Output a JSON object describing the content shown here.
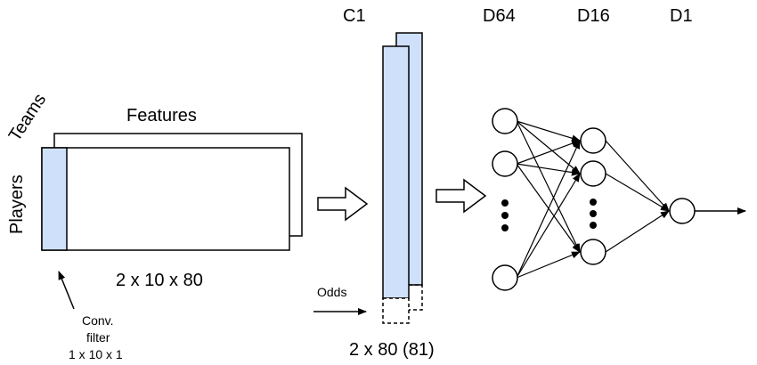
{
  "labels": {
    "teams": "Teams",
    "features": "Features",
    "players": "Players",
    "input_dims": "2 x 10 x 80",
    "conv_filter_line1": "Conv.",
    "conv_filter_line2": "filter",
    "conv_filter_line3": "1 x 10 x 1",
    "c1": "C1",
    "d64": "D64",
    "d16": "D16",
    "d1": "D1",
    "odds": "Odds",
    "c1_dims": "2 x 80 (81)"
  },
  "colors": {
    "filter_fill": "#cfe0fb",
    "stroke": "#000000",
    "node_fill": "#ffffff"
  },
  "network": {
    "d64_visible_nodes": 3,
    "d16_visible_nodes": 3,
    "d1_nodes": 1
  }
}
